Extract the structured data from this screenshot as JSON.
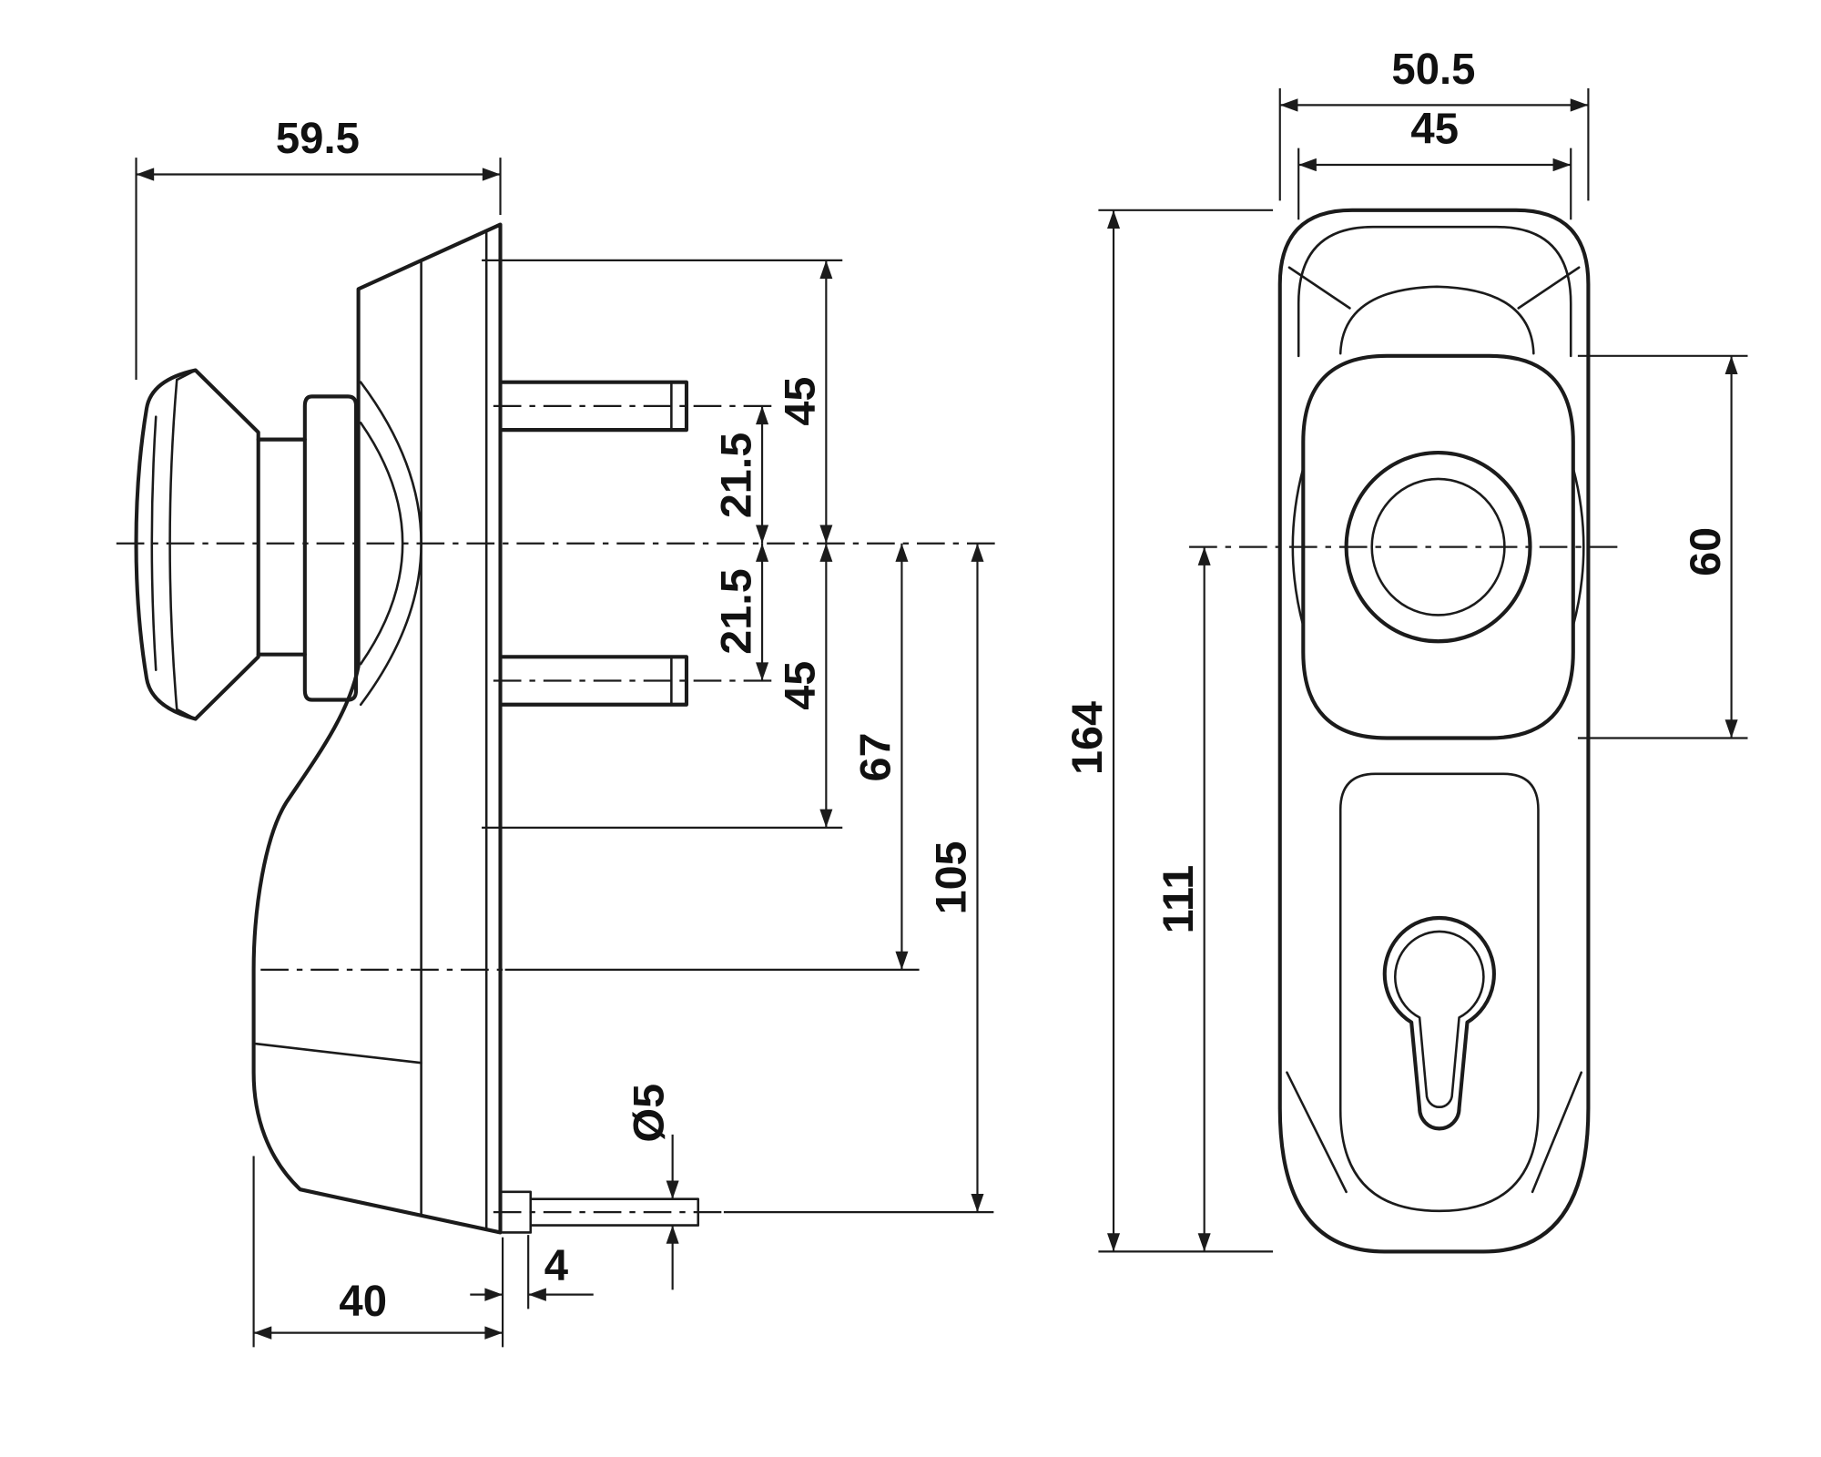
{
  "colors": {
    "ink": "#1b1b1b",
    "background": "#ffffff"
  },
  "side_view": {
    "total_width": "59.5",
    "top_to_center": "45",
    "upper_stud_to_center": "21.5",
    "lower_stud_to_center": "21.5",
    "center_to_lower_edge": "45",
    "center_to_keyhole": "67",
    "center_to_pin": "105",
    "pin_diameter": "Ø5",
    "pin_collar_length": "4",
    "base_width": "40"
  },
  "front_view": {
    "total_width": "50.5",
    "inner_width": "45",
    "total_height": "164",
    "center_to_bottom": "111",
    "knob_height": "60"
  }
}
